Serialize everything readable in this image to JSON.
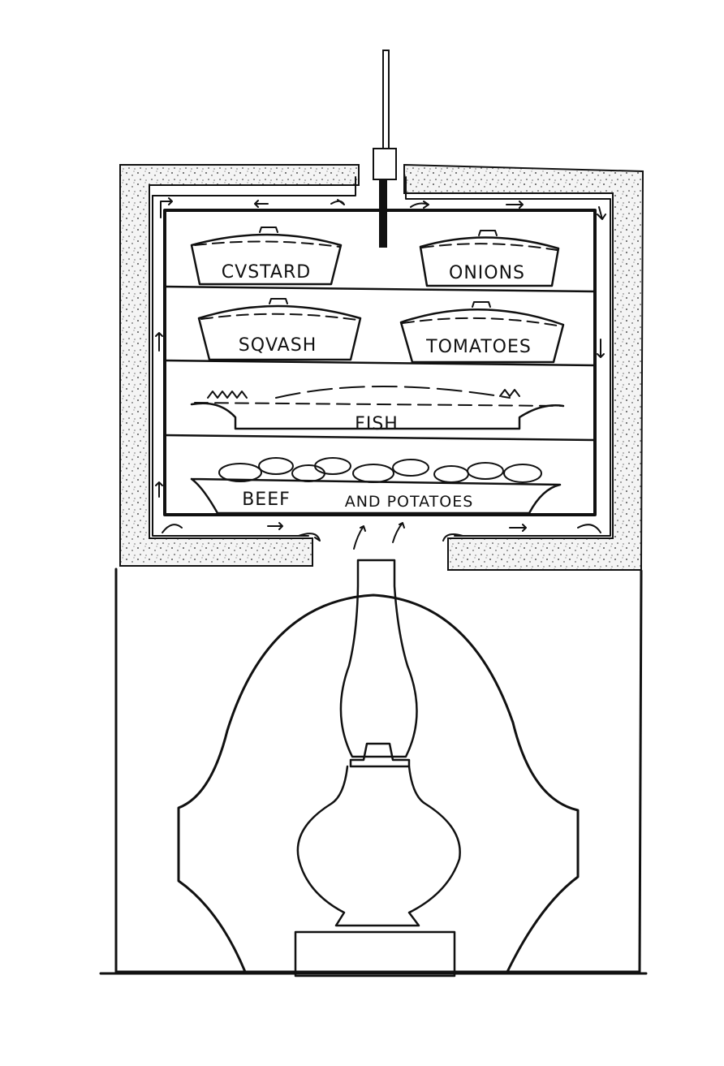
{
  "shelves": [
    {
      "row": "top",
      "dishes": [
        {
          "label": "CVSTARD"
        },
        {
          "label": "ONIONS"
        }
      ]
    },
    {
      "row": "second",
      "dishes": [
        {
          "label": "SQVASH"
        },
        {
          "label": "TOMATOES"
        }
      ]
    },
    {
      "row": "third",
      "dishes": [
        {
          "label": "FISH"
        }
      ]
    },
    {
      "row": "bottom",
      "dishes": [
        {
          "label": "BEEF"
        },
        {
          "label": "AND POTATOES"
        }
      ]
    }
  ],
  "colors": {
    "ink": "#111111",
    "insulation": "#e9e9e9",
    "paper": "#ffffff"
  }
}
